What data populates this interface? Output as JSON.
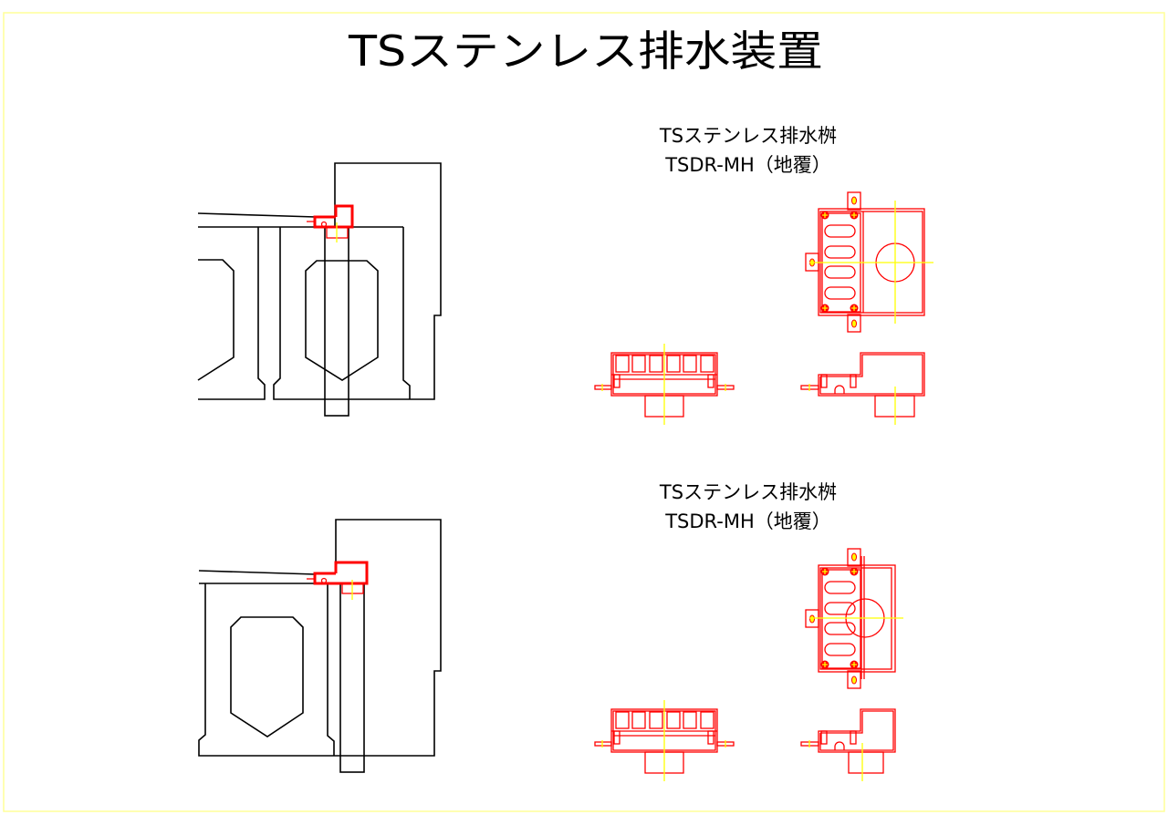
{
  "drawing": {
    "title": "TSステンレス排水装置",
    "frame_color": "#ffff99",
    "line_colors": {
      "structure": "#000000",
      "device": "#ff0000",
      "centerline": "#ffff00"
    },
    "details": [
      {
        "name": "TSステンレス排水桝",
        "model": "TSDR-MH（地覆）"
      },
      {
        "name": "TSステンレス排水桝",
        "model": "TSDR-MH（地覆）"
      }
    ]
  }
}
